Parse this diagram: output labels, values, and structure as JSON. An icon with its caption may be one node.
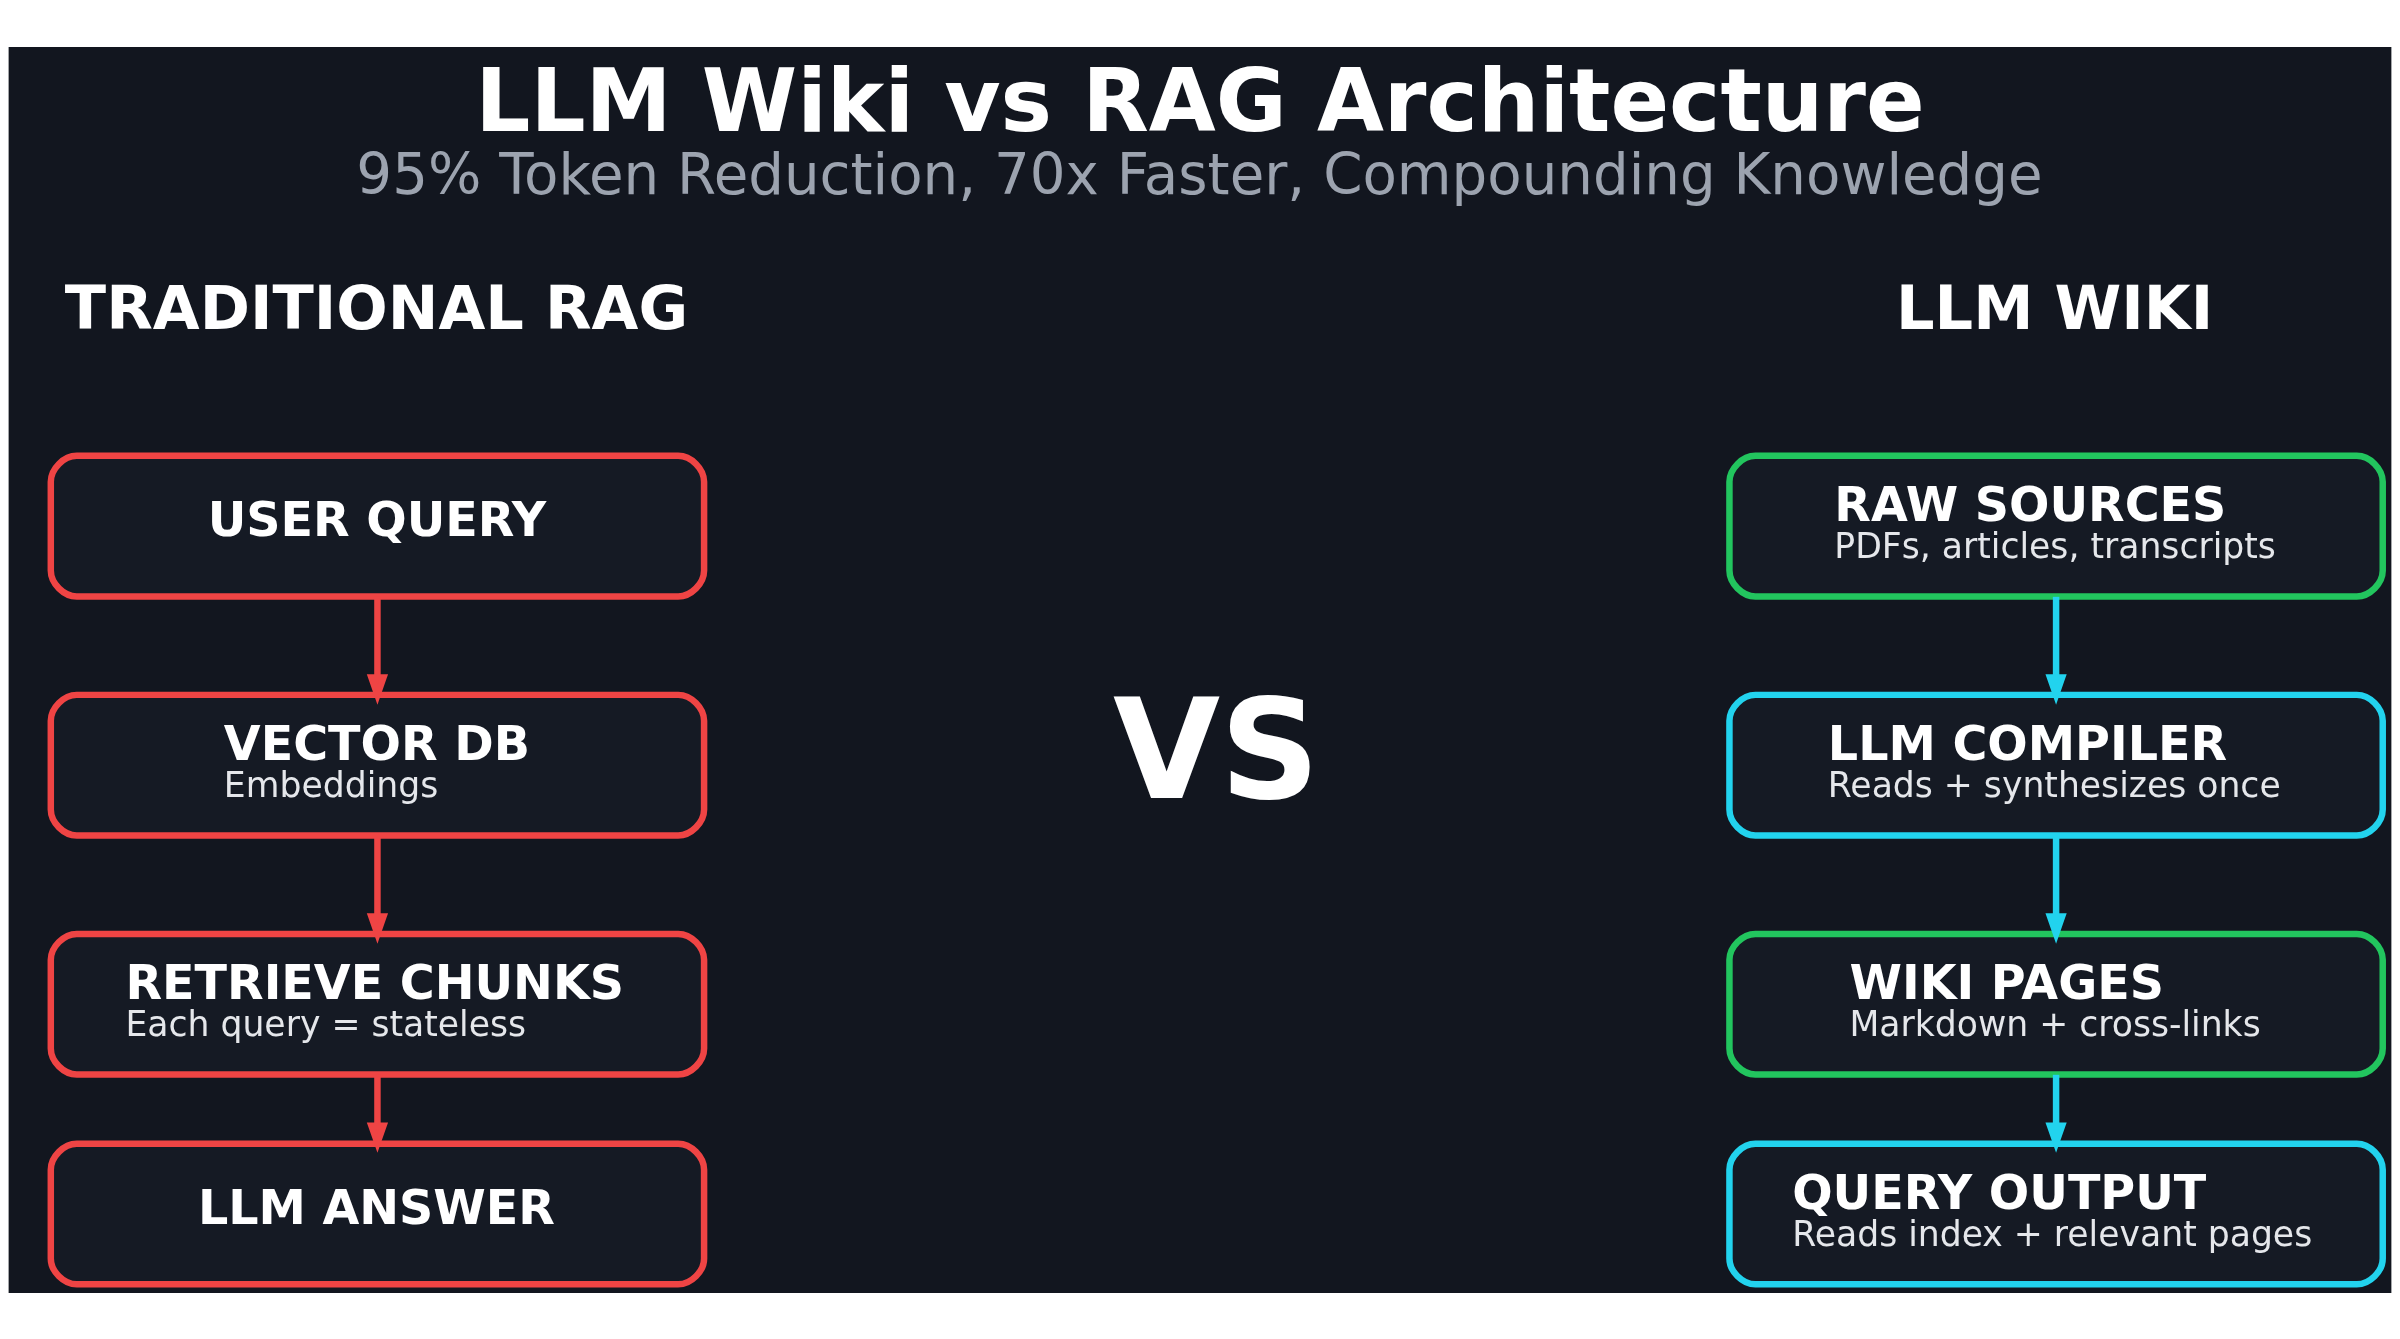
{
  "diagram": {
    "title": "LLM Wiki vs RAG Architecture",
    "caption": "95% Token Reduction, 70x Faster, Compounding Knowledge",
    "nodes": [
      {
        "text": [
          "USER QUERY"
        ]
      },
      {
        "text": [
          "VECTOR DB",
          "Embeddings"
        ]
      },
      {
        "text": [
          "RETRIEVE CHUNKS",
          "Each query = stateless"
        ]
      },
      {
        "text": [
          "LLM ANSWER"
        ]
      },
      {
        "text": [
          "RAW SOURCES",
          "PDFs, articles, transcripts"
        ]
      },
      {
        "text": [
          "LLM COMPILER",
          "Reads + synthesizes once"
        ]
      },
      {
        "text": [
          "WIKI PAGES",
          "Markdown + cross-links"
        ]
      },
      {
        "text": [
          "QUERY OUTPUT",
          "Reads index + relevant pages"
        ]
      }
    ],
    "edges": [
      {
        "from": 0,
        "to": 1,
        "arrow": "to",
        "color": "#ef4444"
      },
      {
        "from": 1,
        "to": 2,
        "arrow": "to",
        "color": "#ef4444"
      },
      {
        "from": 2,
        "to": 3,
        "arrow": "to",
        "color": "#ef4444"
      },
      {
        "from": 4,
        "to": 5,
        "arrow": "to",
        "color": "#22d3ee"
      },
      {
        "from": 5,
        "to": 6,
        "arrow": "to",
        "color": "#22d3ee"
      },
      {
        "from": 6,
        "to": 7,
        "arrow": "to",
        "color": "#22d3ee"
      }
    ],
    "labels": [
      "TRADITIONAL RAG",
      "LLM WIKI",
      "VS"
    ]
  }
}
